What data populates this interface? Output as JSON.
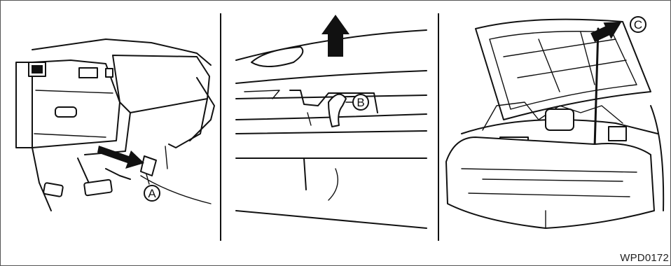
{
  "callouts": {
    "a": "A",
    "b": "B",
    "c": "C"
  },
  "figure_code": "WPD0172",
  "icons": [
    "arrow-pull-icon",
    "arrow-up-icon",
    "arrow-left-icon"
  ]
}
